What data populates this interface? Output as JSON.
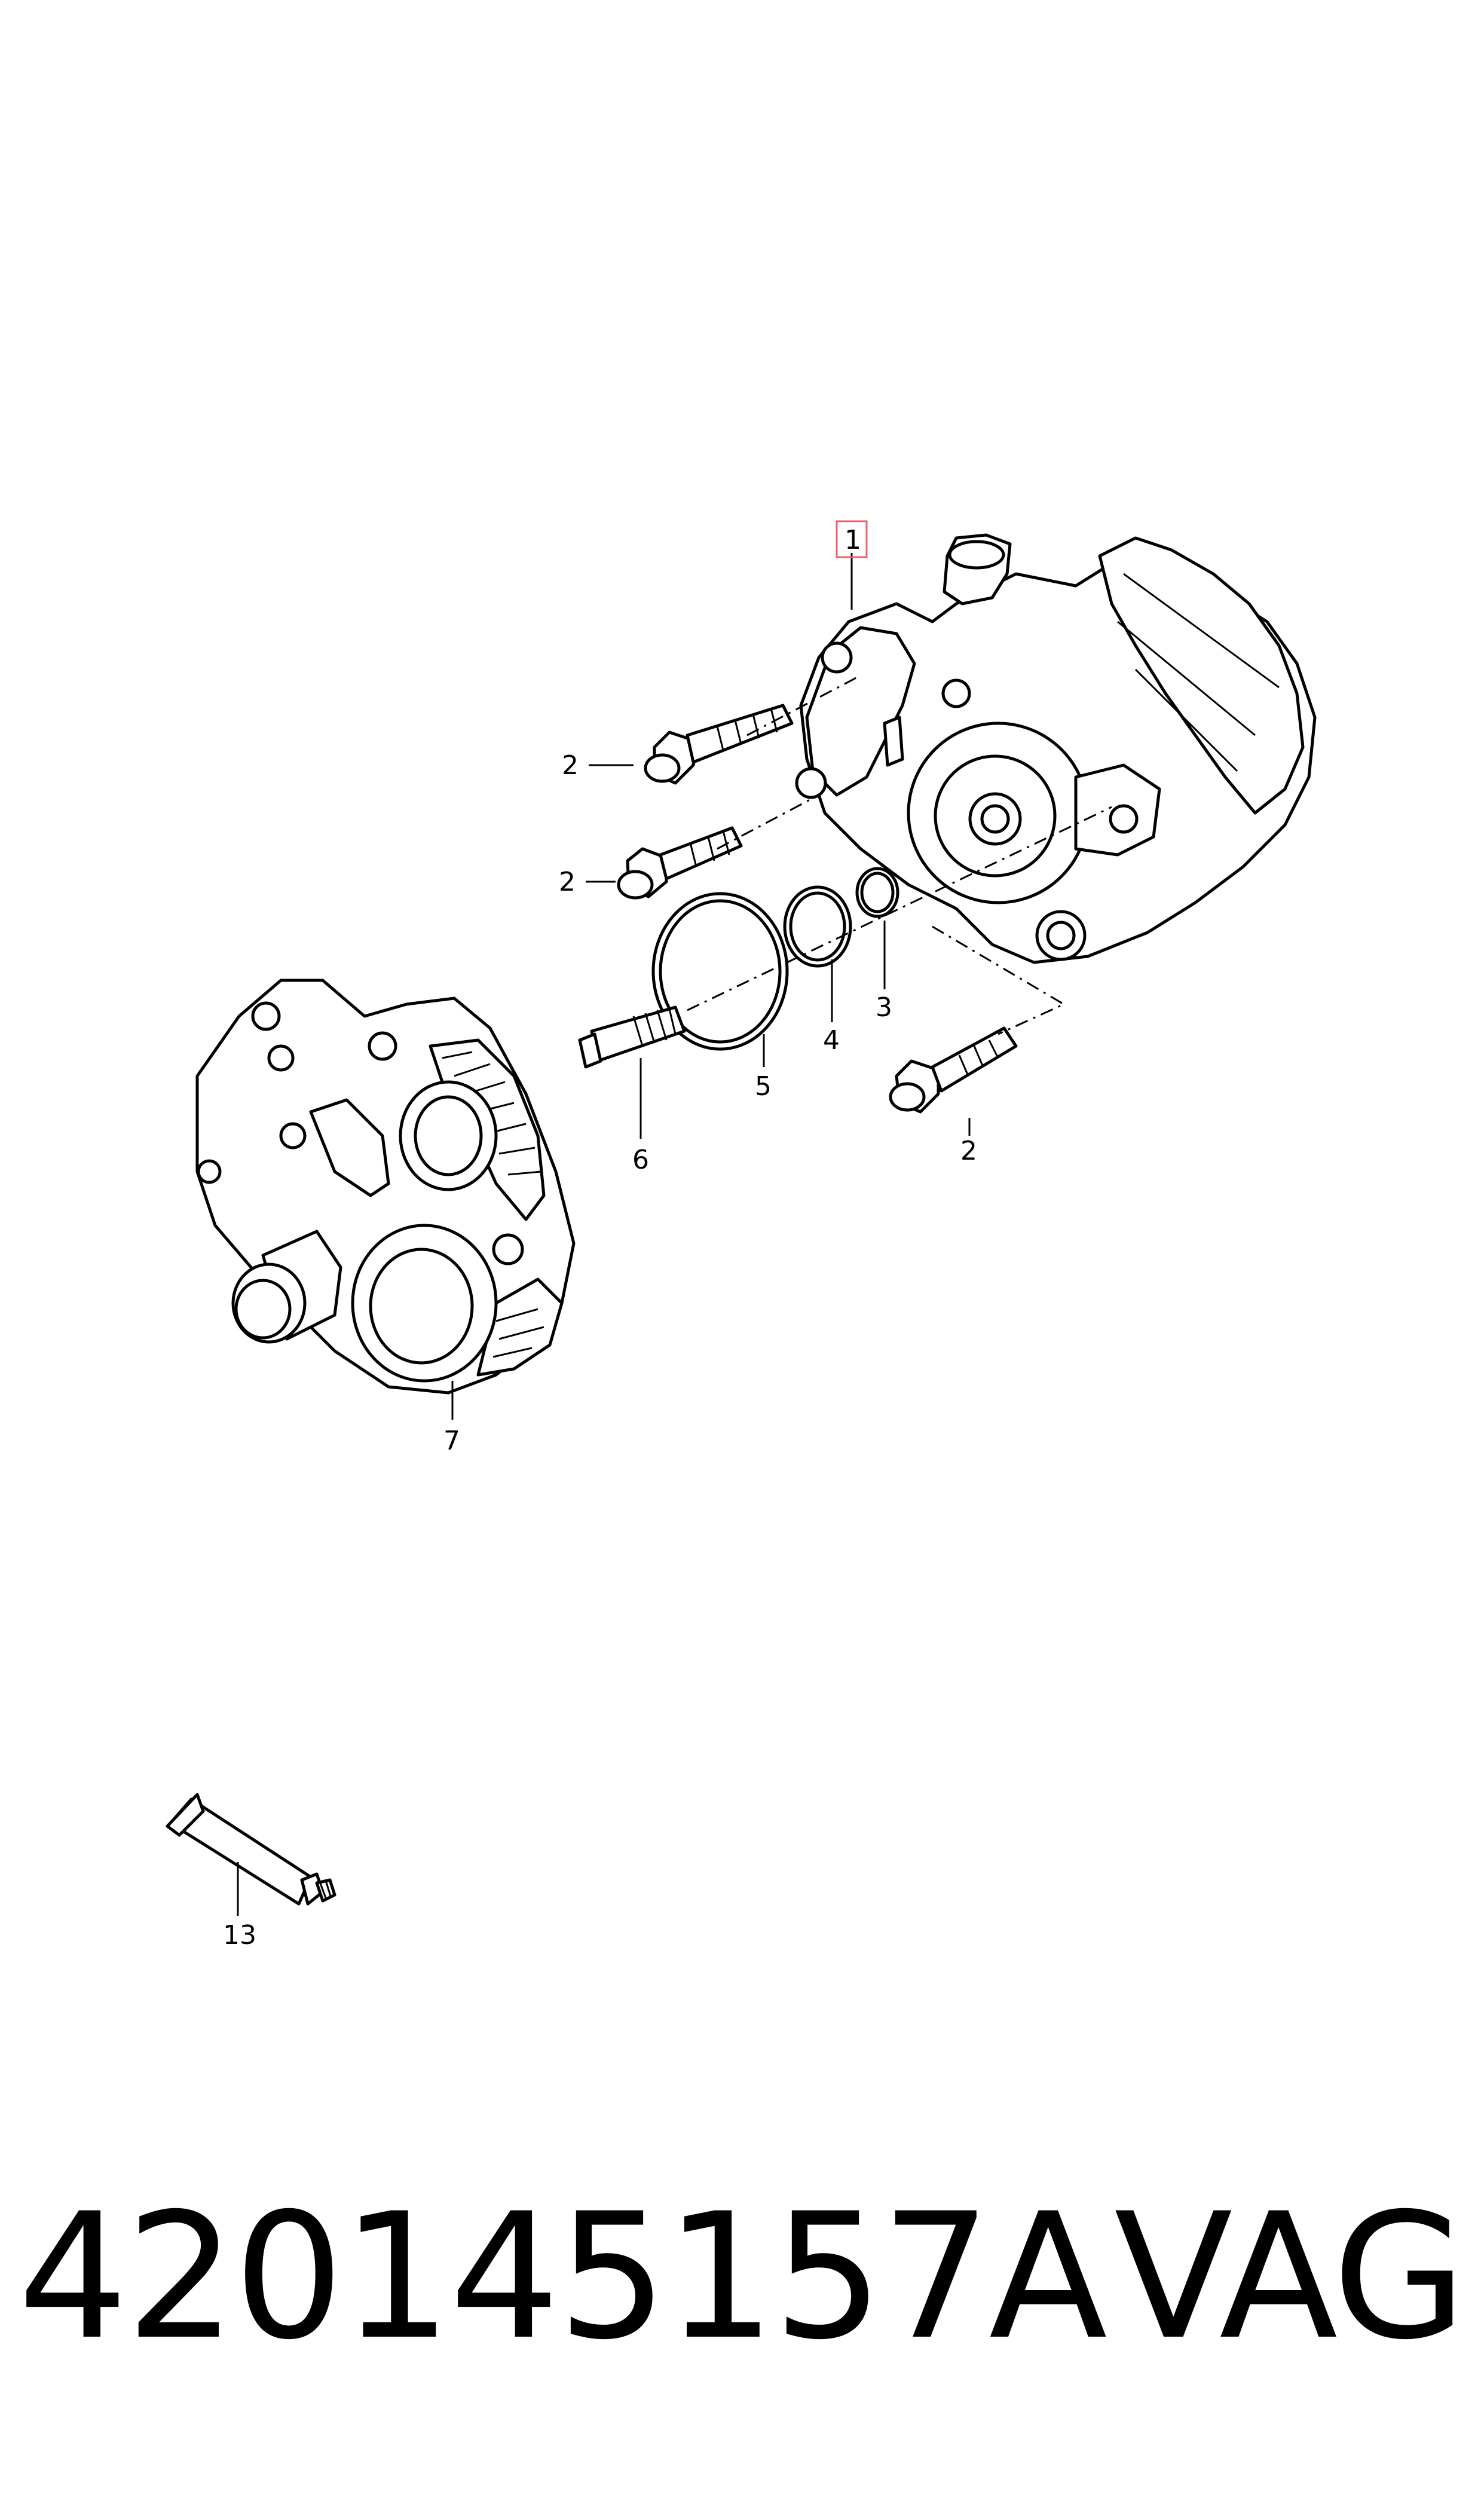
{
  "callouts": {
    "c1": "1",
    "c2a": "2",
    "c2b": "2",
    "c2c": "2",
    "c3": "3",
    "c4": "4",
    "c5": "5",
    "c6": "6",
    "c7": "7",
    "c13": "13"
  },
  "footer": {
    "part_number": "420145157A",
    "brand": "VAG"
  },
  "colors": {
    "line": "#000000",
    "highlight_box": "#e8636f",
    "background": "#ffffff"
  }
}
